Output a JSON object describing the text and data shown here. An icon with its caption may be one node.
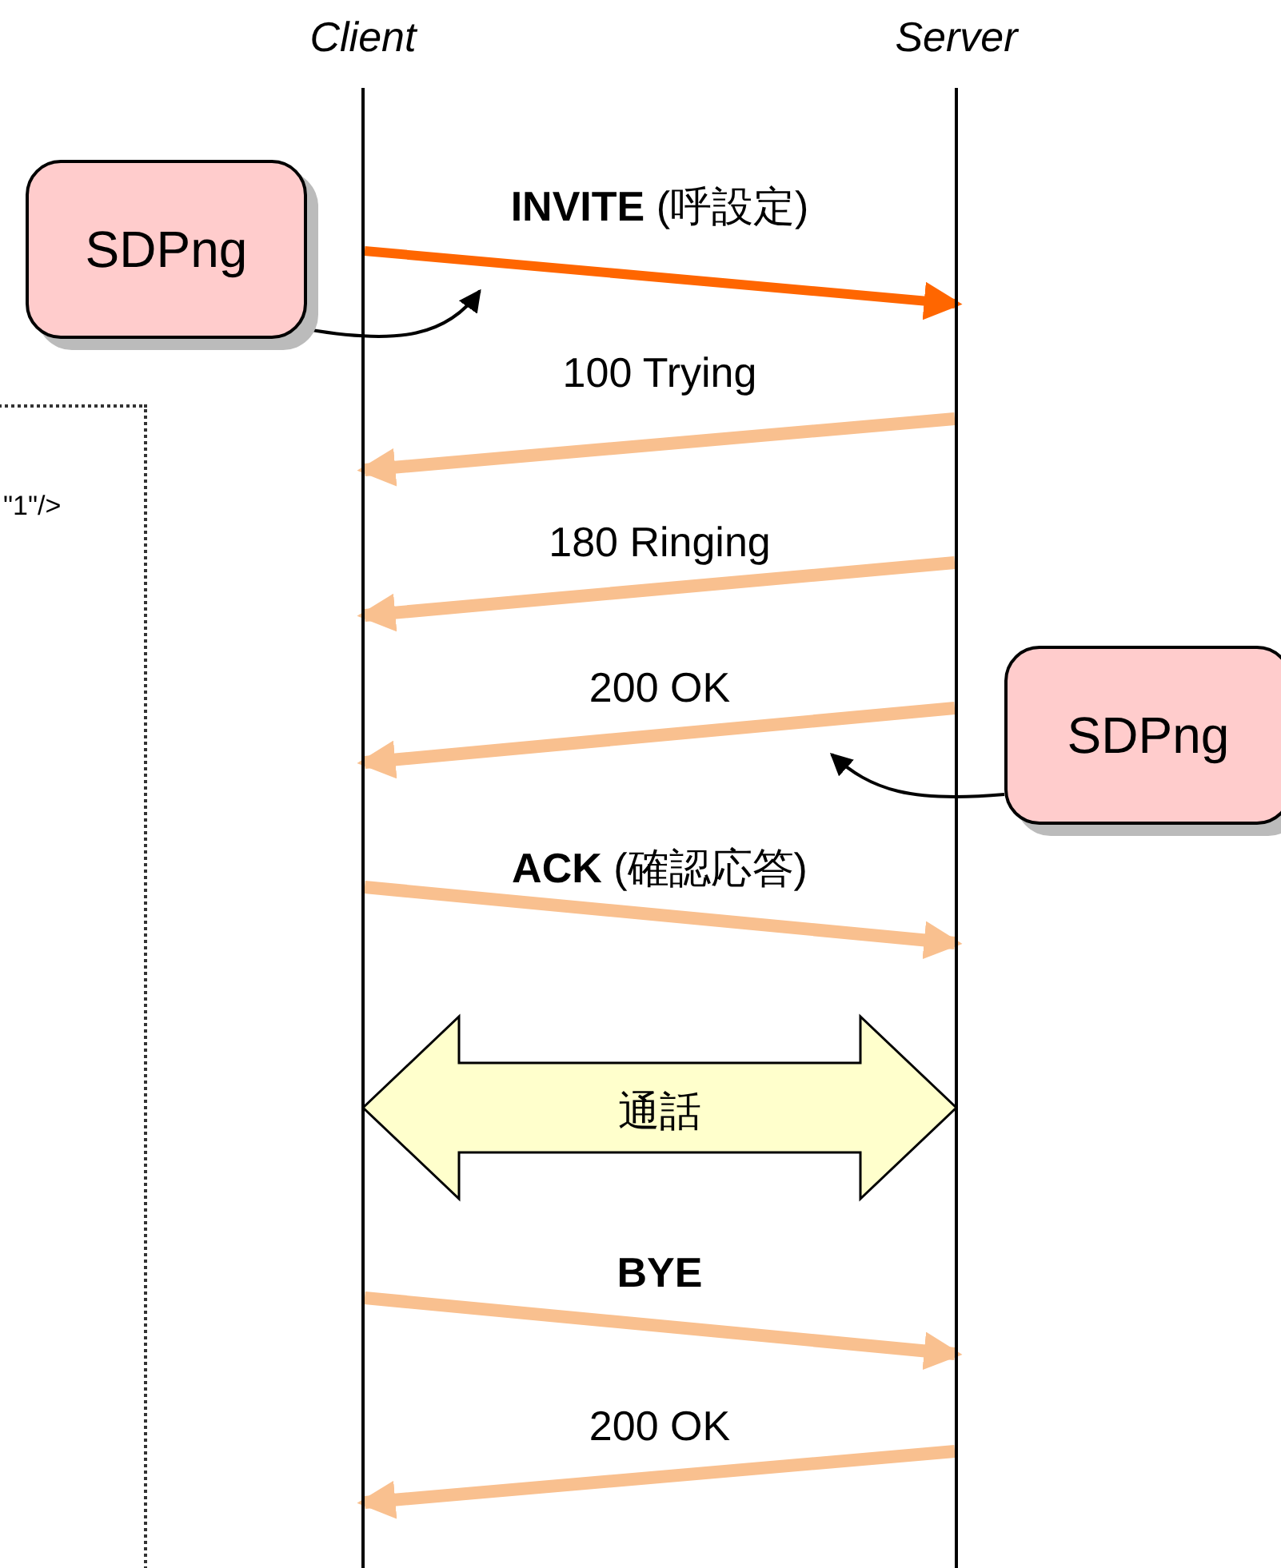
{
  "diagram": {
    "nodes": [
      {
        "text": [
          "Client"
        ]
      },
      {
        "text": [
          "Server"
        ]
      },
      {
        "text": [
          "SDPng"
        ]
      },
      {
        "text": [
          "\"1\"/>"
        ]
      },
      {
        "text": [
          "SDPng"
        ]
      }
    ],
    "edges": [
      {
        "from": 0,
        "to": 1,
        "arrow": "to",
        "label": "**INVITE** (呼設定)",
        "color": "#ff6600"
      },
      {
        "from": 1,
        "to": 0,
        "arrow": "to",
        "label": "100 Trying"
      },
      {
        "from": 1,
        "to": 0,
        "arrow": "to",
        "label": "180 Ringing"
      },
      {
        "from": 1,
        "to": 0,
        "arrow": "to",
        "label": "200 OK"
      },
      {
        "from": 0,
        "to": 1,
        "arrow": "to",
        "label": "**ACK** (確認応答)"
      },
      {
        "from": 0,
        "to": 1,
        "arrow": "both",
        "label": "通話",
        "style": "thick"
      },
      {
        "from": 0,
        "to": 1,
        "arrow": "to",
        "label": "BYE"
      },
      {
        "from": 1,
        "to": 0,
        "arrow": "to",
        "label": "200 OK"
      },
      {
        "from": 2,
        "to": null,
        "arrow": "to",
        "color": "#000000"
      },
      {
        "from": 4,
        "to": null,
        "arrow": "to",
        "color": "#000000"
      }
    ]
  }
}
